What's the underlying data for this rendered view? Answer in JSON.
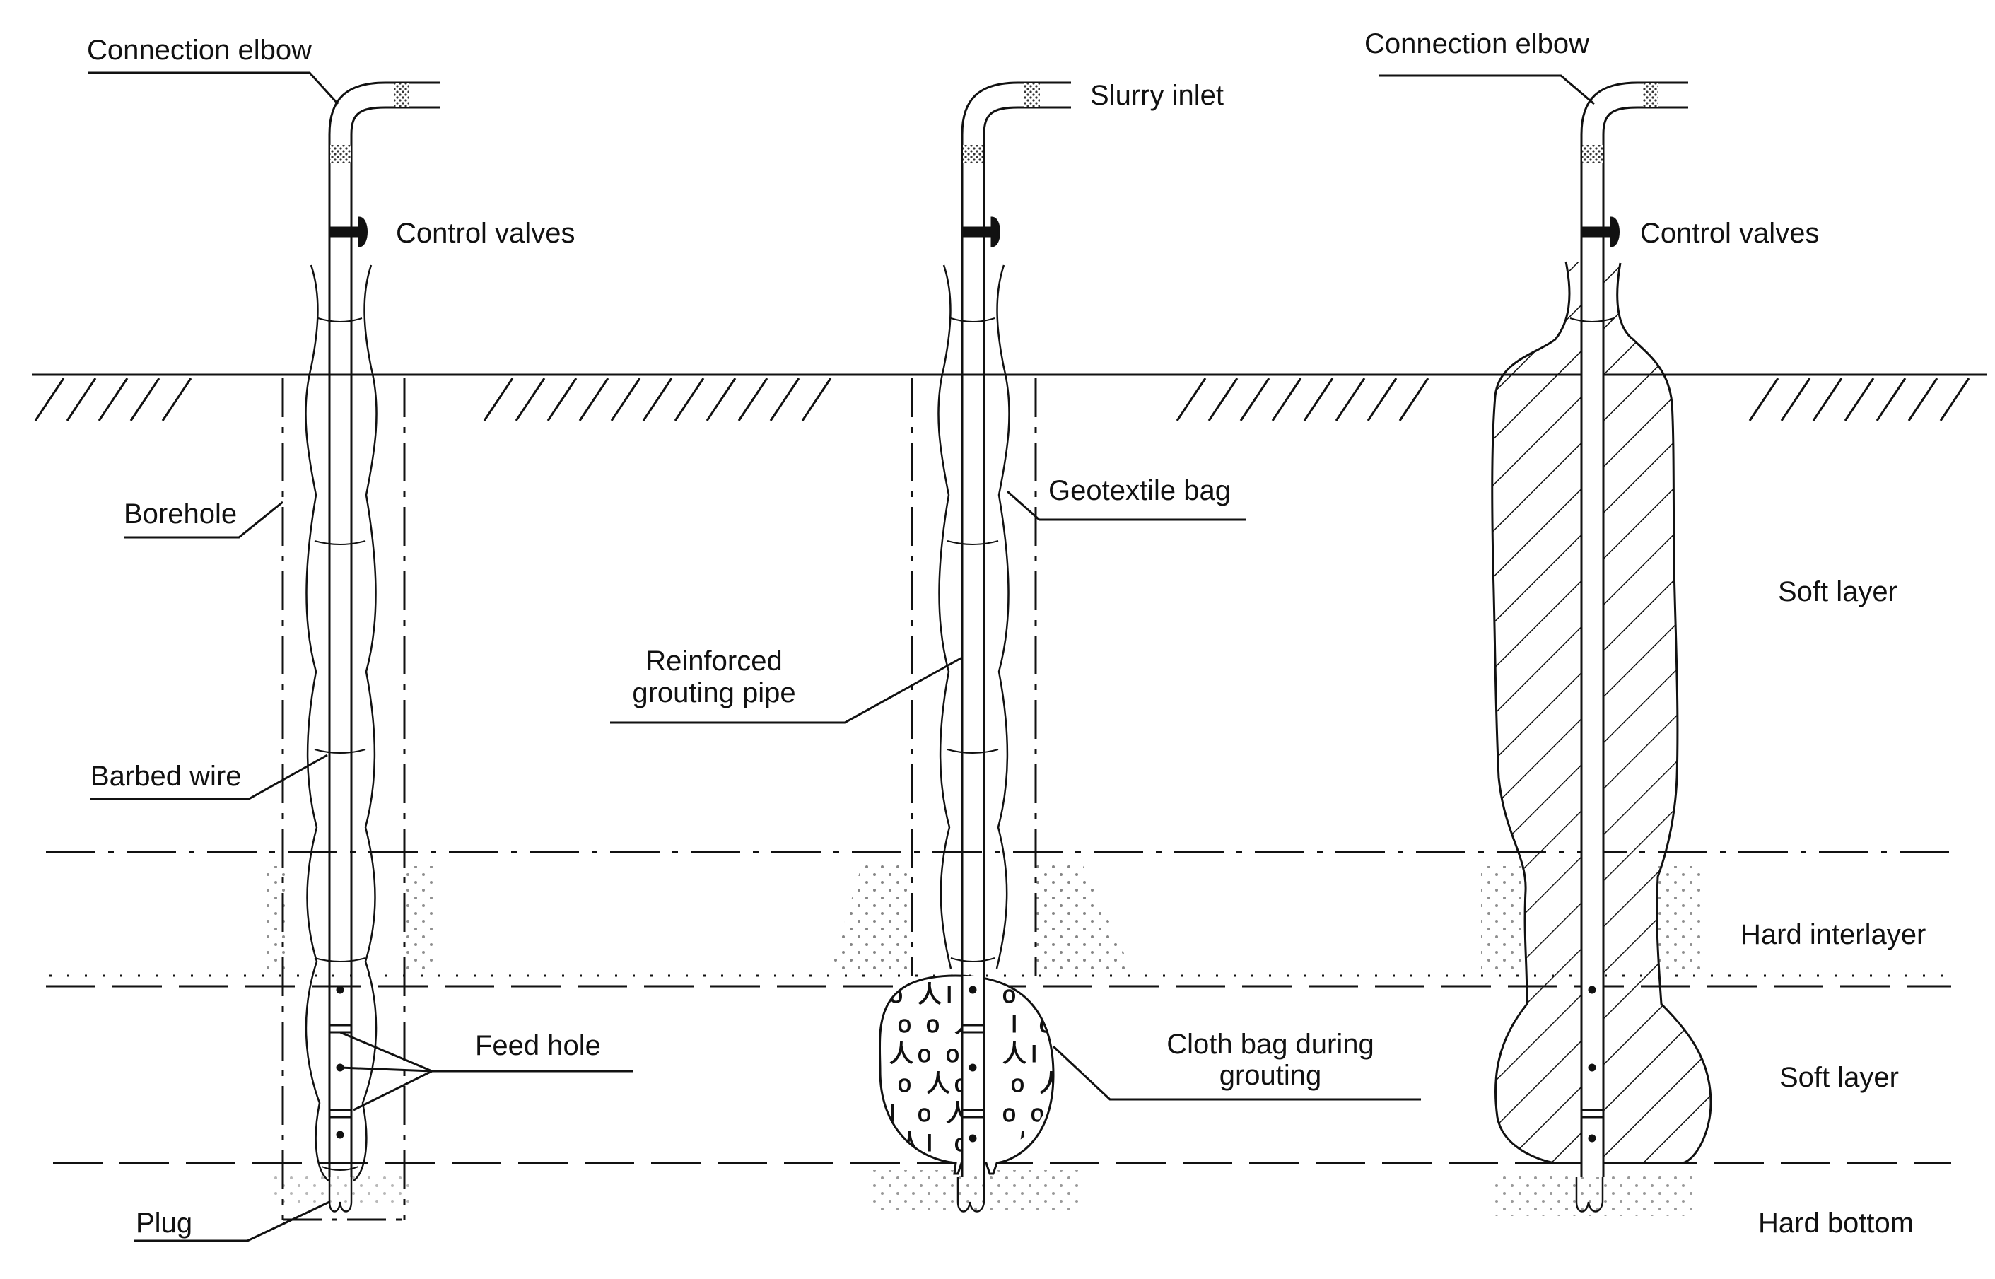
{
  "labels": {
    "connection_elbow_left": "Connection elbow",
    "control_valves_left": "Control valves",
    "borehole": "Borehole",
    "barbed_wire": "Barbed wire",
    "feed_hole": "Feed hole",
    "plug": "Plug",
    "slurry_inlet": "Slurry inlet",
    "geotextile_bag": "Geotextile bag",
    "reinforced_line1": "Reinforced",
    "reinforced_line2": "grouting pipe",
    "cloth_bag_line1": "Cloth bag during",
    "cloth_bag_line2": "grouting",
    "connection_elbow_right": "Connection elbow",
    "control_valves_right": "Control valves"
  },
  "layers": {
    "soft_top": "Soft layer",
    "hard_interlayer": "Hard interlayer",
    "soft_bottom": "Soft layer",
    "hard_bottom": "Hard bottom"
  },
  "bag_symbols": [
    "o",
    "人",
    "I",
    "o",
    "人",
    "o"
  ],
  "colors": {
    "ink": "#111111",
    "background": "#ffffff"
  }
}
